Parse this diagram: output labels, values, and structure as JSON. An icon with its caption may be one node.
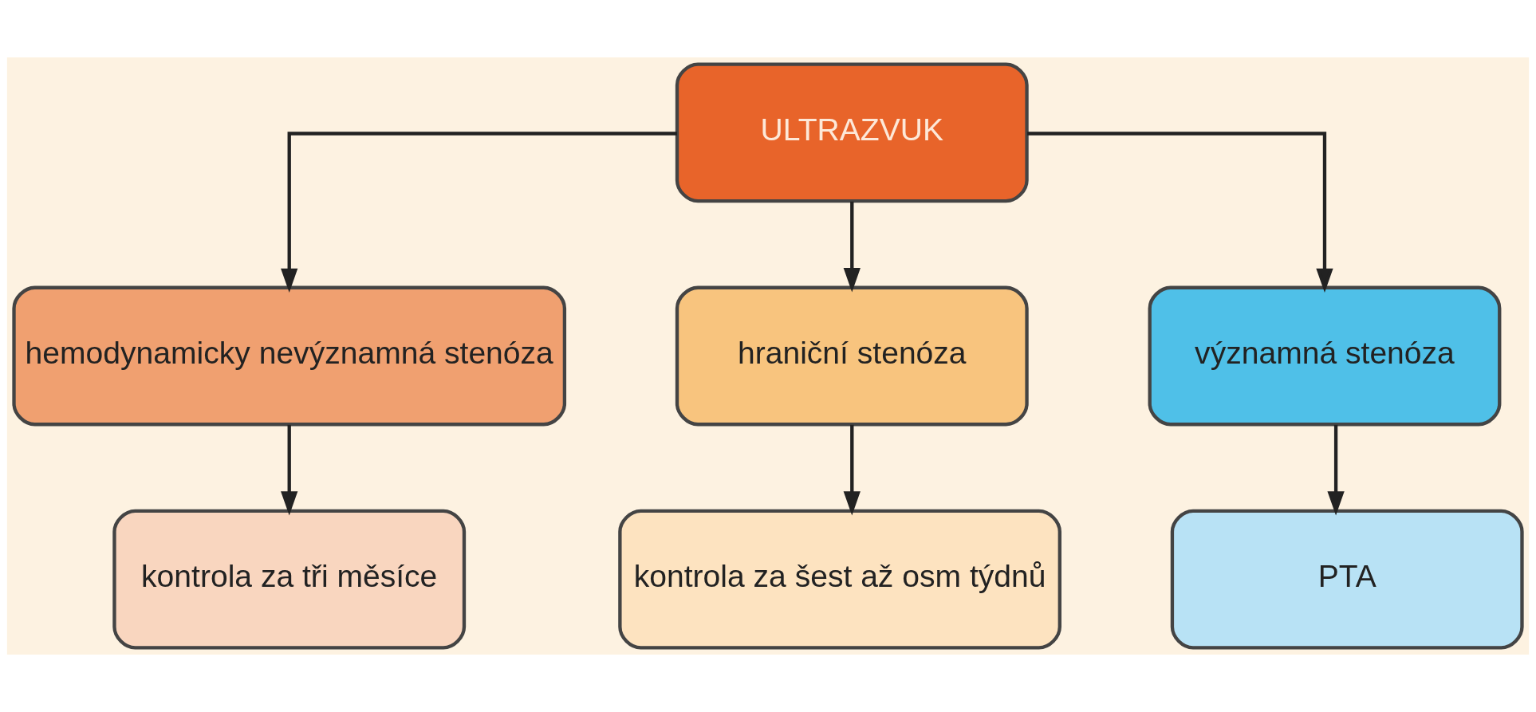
{
  "diagram": {
    "nodes": [
      {
        "text": [
          "ULTRAZVUK"
        ]
      },
      {
        "text": [
          "hemodynamicky nevýznamná stenóza"
        ]
      },
      {
        "text": [
          "hraniční stenóza"
        ]
      },
      {
        "text": [
          "významná stenóza"
        ]
      },
      {
        "text": [
          "kontrola za tři měsíce"
        ]
      },
      {
        "text": [
          "kontrola za šest až osm týdnů"
        ]
      },
      {
        "text": [
          "PTA"
        ]
      }
    ],
    "edges": [
      {
        "from": 0,
        "to": 1,
        "arrow": "to"
      },
      {
        "from": 0,
        "to": 2,
        "arrow": "to"
      },
      {
        "from": 0,
        "to": 3,
        "arrow": "to"
      },
      {
        "from": 1,
        "to": 4,
        "arrow": "to"
      },
      {
        "from": 2,
        "to": 5,
        "arrow": "to"
      },
      {
        "from": 3,
        "to": 6,
        "arrow": "to"
      }
    ]
  }
}
